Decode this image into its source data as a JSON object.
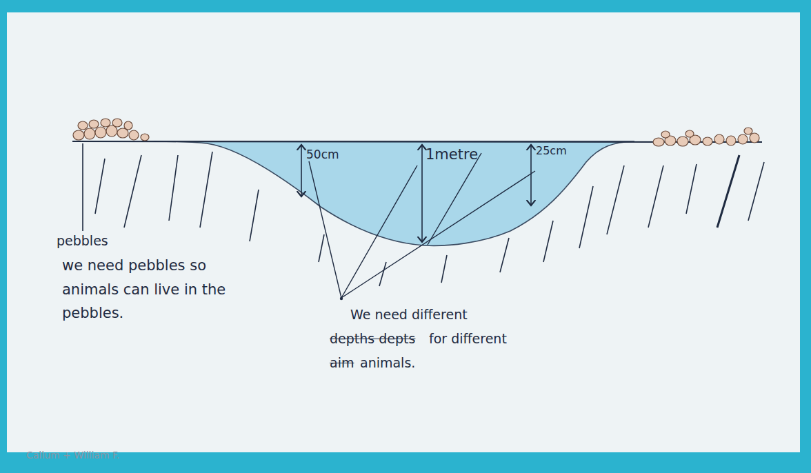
{
  "diagram": {
    "labels": [
      "50cm",
      "1metre",
      "25cm",
      "pebbles",
      "we need pebbles so animals can live in the pebbles.",
      "We need different",
      "depths depts",
      "for different",
      "aim",
      "animals.",
      "Callum + William F."
    ]
  }
}
